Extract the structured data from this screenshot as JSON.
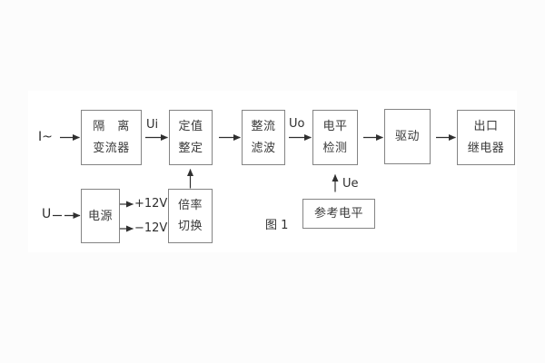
{
  "figure": {
    "caption": "图 1",
    "colors": {
      "line": "#2f2f2f",
      "box_border": "#848484",
      "box_bg": "#ffffff",
      "page_bg": "#fcfcfc",
      "panel_bg": "#ffffff",
      "text": "#3a3a3a"
    }
  },
  "blocks": [
    {
      "id": "isolation-transformer",
      "line1": "隔　离",
      "line2": "变流器"
    },
    {
      "id": "setpoint-setting",
      "line1": "定值",
      "line2": "整定"
    },
    {
      "id": "rectifier-filter",
      "line1": "整流",
      "line2": "滤波"
    },
    {
      "id": "level-detection",
      "line1": "电平",
      "line2": "检测"
    },
    {
      "id": "driver",
      "line1": "驱动"
    },
    {
      "id": "output-relay",
      "line1": "出口",
      "line2": "继电器"
    },
    {
      "id": "power-supply",
      "line1": "电源"
    },
    {
      "id": "ratio-switching",
      "line1": "倍率",
      "line2": "切换"
    },
    {
      "id": "reference-level",
      "line1": "参考电平"
    }
  ],
  "labels": {
    "input_current": "I~",
    "ui": "Ui",
    "uo": "Uo",
    "ue": "Ue",
    "input_voltage": "U",
    "plus_rail": "+12V",
    "minus_rail": "−12V"
  }
}
